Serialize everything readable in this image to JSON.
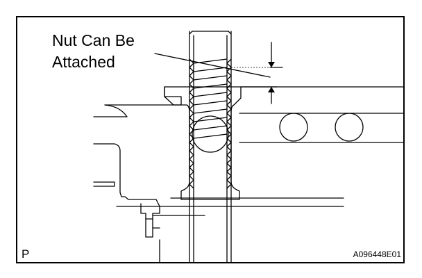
{
  "figure": {
    "label_lines": [
      "Nut Can Be",
      "Attached"
    ],
    "corner_marker": "P",
    "reference_code": "A096448E01",
    "line_color": "#000000",
    "background_color": "#ffffff"
  }
}
